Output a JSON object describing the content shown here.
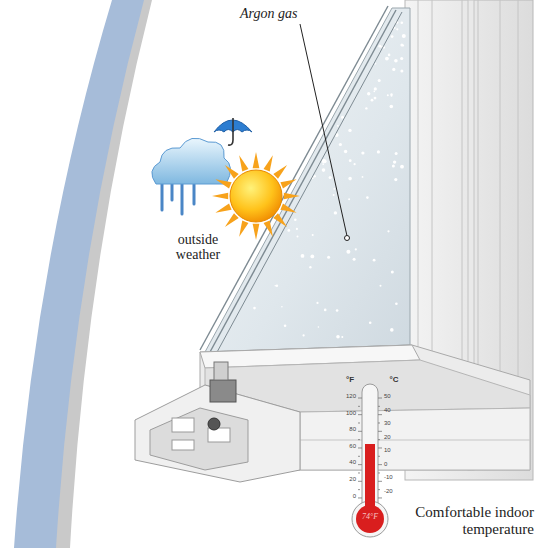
{
  "diagram": {
    "labels": [
      "Argon gas",
      "outside weather",
      "°F",
      "°C",
      "120",
      "100",
      "80",
      "60",
      "40",
      "20",
      "0",
      "50",
      "40",
      "30",
      "20",
      "10",
      "0",
      "-10",
      "-20",
      "74°F",
      "Comfortable indoor temperature"
    ]
  }
}
